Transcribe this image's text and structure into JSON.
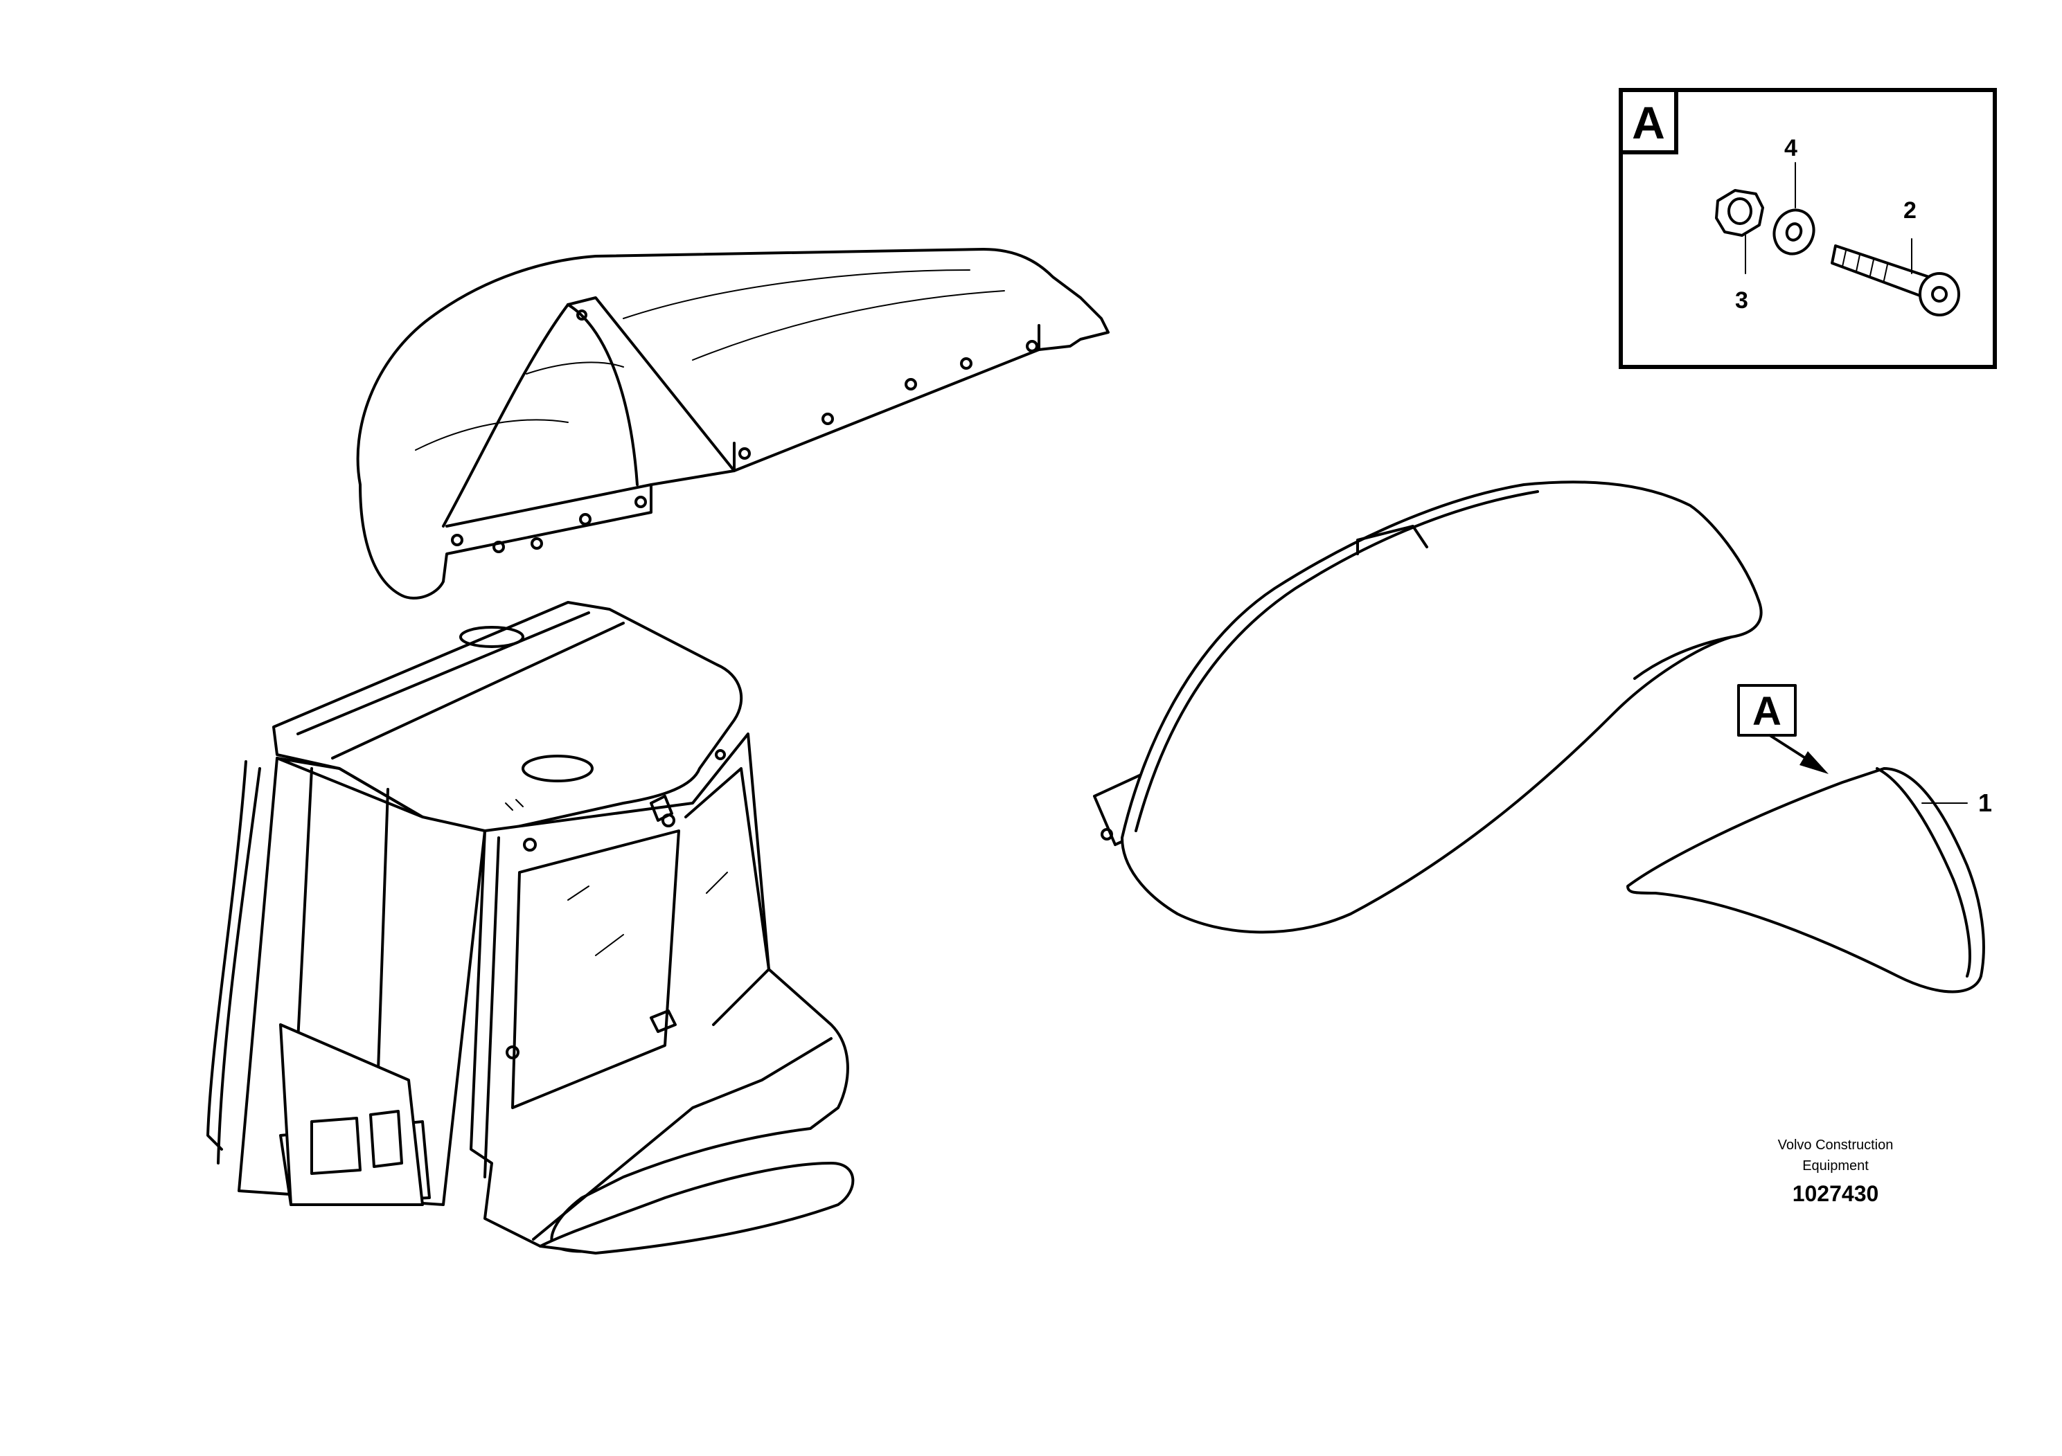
{
  "detail": {
    "letter": "A",
    "callouts": [
      "4",
      "2",
      "3"
    ]
  },
  "main": {
    "view_letter": "A",
    "callout": "1"
  },
  "footer": {
    "company_line1": "Volvo Construction",
    "company_line2": "Equipment",
    "drawing_number": "1027430"
  }
}
